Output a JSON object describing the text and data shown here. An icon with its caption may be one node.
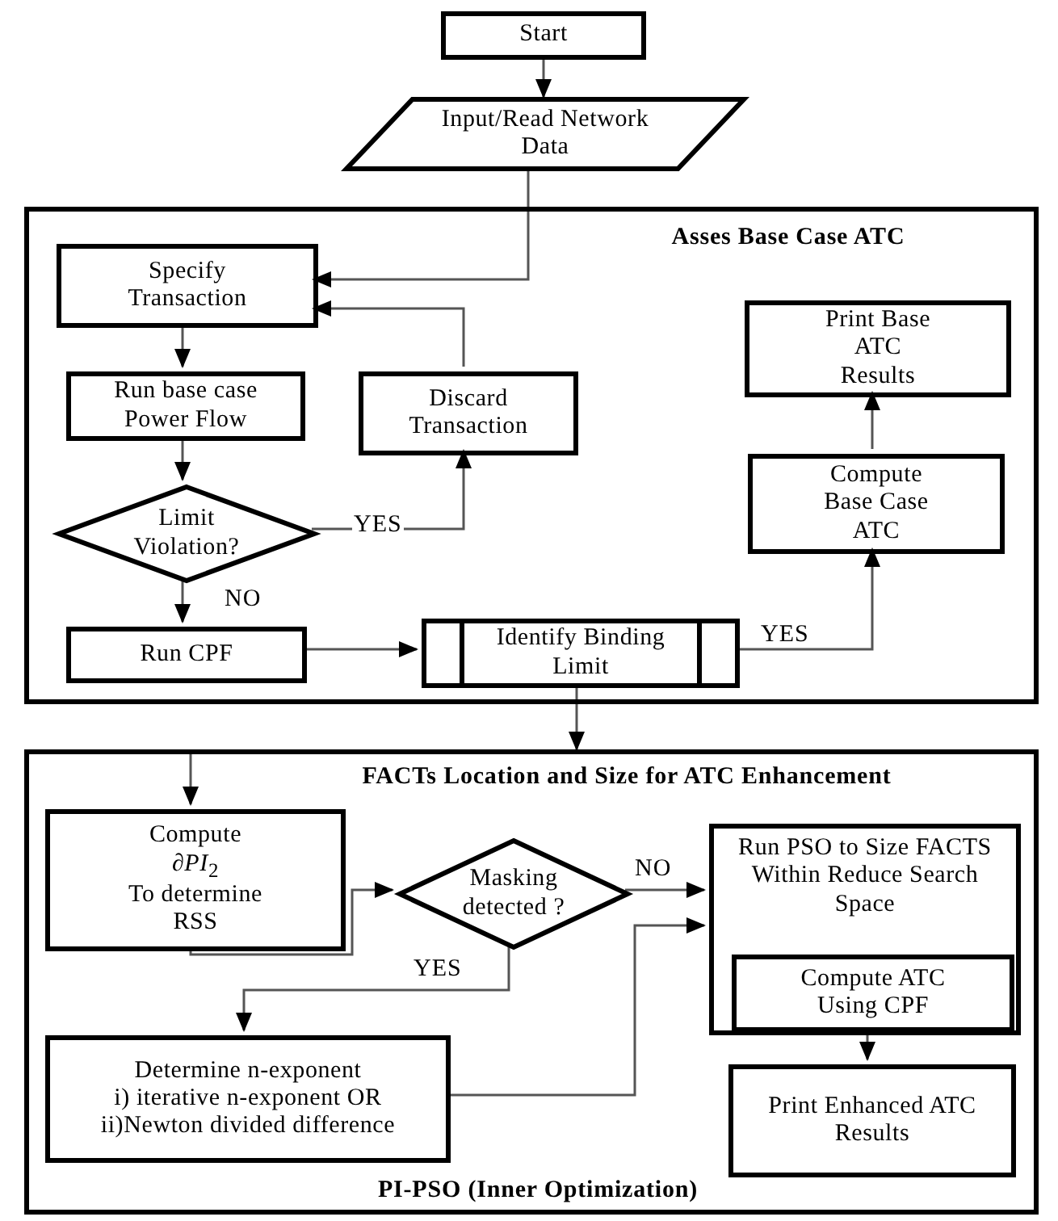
{
  "diagram": {
    "nodes": [
      {
        "text": [
          "Start"
        ]
      },
      {
        "text": [
          "Input/Read Network Data"
        ]
      },
      {
        "text": [
          "Asses Base Case ATC"
        ]
      },
      {
        "text": [
          "Specify Transaction"
        ],
        "in": 2
      },
      {
        "text": [
          "Run base case Power Flow"
        ],
        "in": 2
      },
      {
        "text": [
          "Discard Transaction"
        ],
        "in": 2
      },
      {
        "text": [
          "Limit Violation?"
        ],
        "in": 2
      },
      {
        "text": [
          "Print Base ATC Results"
        ],
        "in": 2
      },
      {
        "text": [
          "Compute Base Case ATC"
        ],
        "in": 2
      },
      {
        "text": [
          "Run CPF"
        ],
        "in": 2
      },
      {
        "text": [
          "Identify Binding Limit"
        ],
        "in": 2
      },
      {
        "text": [
          "FACTs Location and Size for ATC Enhancement",
          "PI-PSO (Inner Optimization)"
        ]
      },
      {
        "text": [
          "Compute",
          "*∂PI*$_{2}$",
          "To determine RSS"
        ],
        "in": 11
      },
      {
        "text": [
          "Masking detected ?"
        ],
        "in": 11
      },
      {
        "text": [
          "Run PSO to Size FACTS Within Reduce Search Space"
        ],
        "in": 11
      },
      {
        "text": [
          "Compute ATC Using CPF"
        ],
        "in": 14
      },
      {
        "text": [
          "Determine n-exponent",
          "i) iterative n-exponent OR",
          "ii)Newton divided difference"
        ],
        "in": 11
      },
      {
        "text": [
          "Print Enhanced ATC Results"
        ],
        "in": 11
      }
    ],
    "edges": [
      {
        "from": 0,
        "to": 1,
        "arrow": "to"
      },
      {
        "from": 1,
        "to": 3,
        "arrow": "to"
      },
      {
        "from": 5,
        "to": 3,
        "arrow": "to"
      },
      {
        "from": 3,
        "to": 4,
        "arrow": "to"
      },
      {
        "from": 4,
        "to": 6,
        "arrow": "to"
      },
      {
        "from": 6,
        "to": 5,
        "arrow": "to",
        "label": "YES"
      },
      {
        "from": 6,
        "to": 9,
        "arrow": "to",
        "label": "NO"
      },
      {
        "from": 9,
        "to": 10,
        "arrow": "to"
      },
      {
        "from": 10,
        "to": 8,
        "arrow": "to",
        "label": "YES"
      },
      {
        "from": 8,
        "to": 7,
        "arrow": "to"
      },
      {
        "from": 10,
        "to": 11,
        "arrow": "to"
      },
      {
        "from": 11,
        "to": 12,
        "arrow": "to"
      },
      {
        "from": 12,
        "to": 13,
        "arrow": "to"
      },
      {
        "from": 13,
        "to": 14,
        "arrow": "to",
        "label": "NO"
      },
      {
        "from": 13,
        "to": 16,
        "arrow": "to",
        "label": "YES"
      },
      {
        "from": 16,
        "to": 14,
        "arrow": "to"
      },
      {
        "from": 14,
        "to": 17,
        "arrow": "to"
      }
    ]
  }
}
